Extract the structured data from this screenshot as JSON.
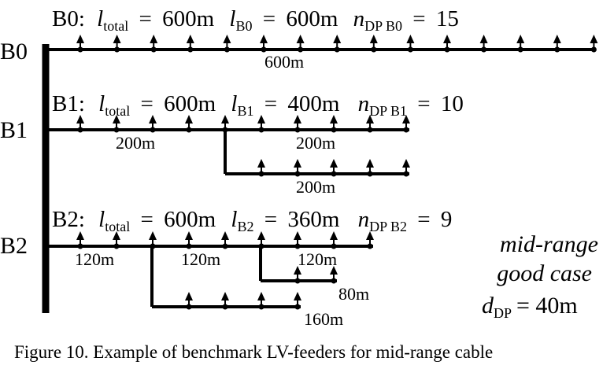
{
  "feeders": [
    {
      "id": "B0",
      "header": {
        "name": "B0:",
        "l_total": "600m",
        "l_branch_sub": "B0",
        "l_branch": "600m",
        "n_sub": "DP B0",
        "n_dp": "15"
      },
      "lengths": [
        "600m"
      ]
    },
    {
      "id": "B1",
      "header": {
        "name": "B1:",
        "l_total": "600m",
        "l_branch_sub": "B1",
        "l_branch": "400m",
        "n_sub": "DP B1",
        "n_dp": "10"
      },
      "lengths": [
        "200m",
        "200m",
        "200m"
      ]
    },
    {
      "id": "B2",
      "header": {
        "name": "B2:",
        "l_total": "600m",
        "l_branch_sub": "B2",
        "l_branch": "360m",
        "n_sub": "DP B2",
        "n_dp": "9"
      },
      "lengths": [
        "120m",
        "120m",
        "120m",
        "80m",
        "160m"
      ]
    }
  ],
  "note": {
    "line1": "mid-range",
    "line2": "good case",
    "d_symbol": "d",
    "d_sub": "DP",
    "d_value": "= 40m"
  },
  "caption": "Figure 10. Example of benchmark LV-feeders for mid-range cable",
  "symbols": {
    "l": "l",
    "n": "n",
    "total": "total",
    "eq": "="
  }
}
